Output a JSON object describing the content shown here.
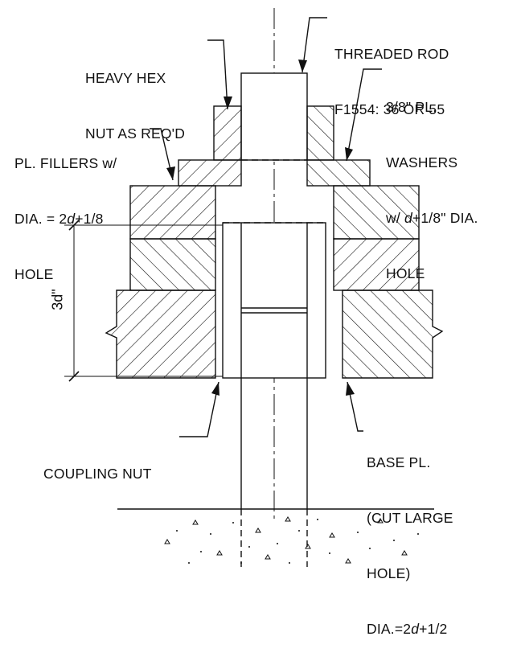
{
  "labels": {
    "threaded_rod": [
      "THREADED ROD",
      "F1554: 36 OR 55"
    ],
    "heavy_hex_nut": [
      "HEAVY HEX",
      "NUT AS REQ'D"
    ],
    "washers": [
      "3/8\" PL.",
      "WASHERS",
      "w/ ",
      "d",
      "+1/8\" DIA.",
      "HOLE"
    ],
    "fillers": [
      "PL. FILLERS w/",
      "DIA. = 2",
      "d",
      "+1/8",
      "HOLE"
    ],
    "coupling_nut": "COUPLING NUT",
    "base_plate": [
      "BASE PL.",
      "(CUT LARGE",
      "HOLE)",
      "DIA.=2",
      "d",
      "+1/2"
    ]
  },
  "dimension": "3d\"",
  "colors": {
    "line": "#111111",
    "background": "#ffffff"
  }
}
